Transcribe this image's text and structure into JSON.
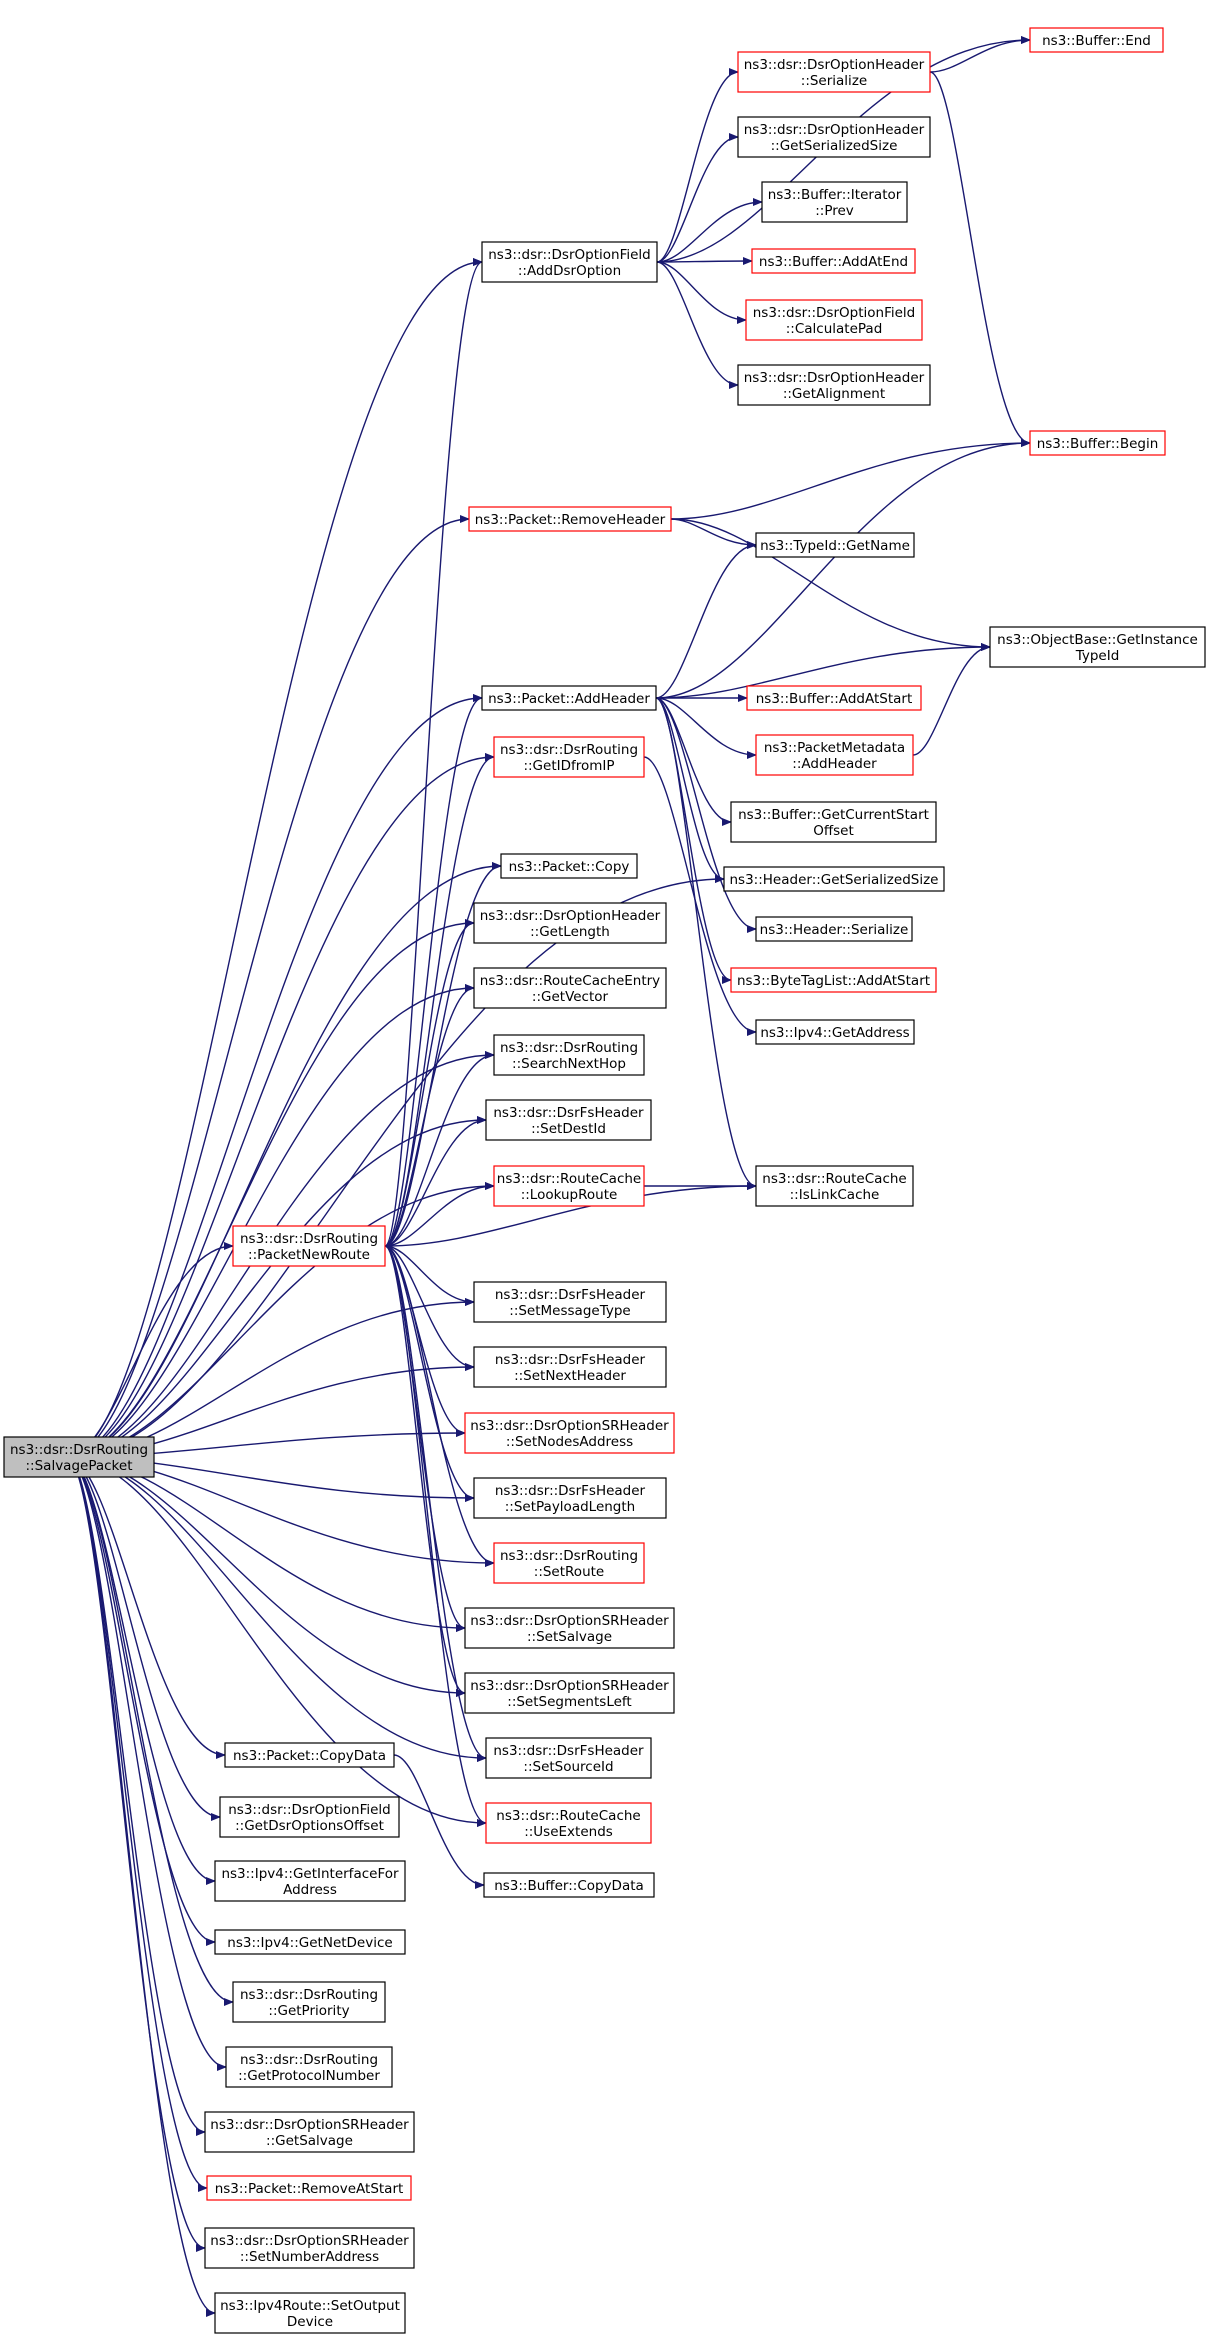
{
  "colors": {
    "edge": "#191970",
    "node_default": "#000000",
    "node_truncated": "#ff0000",
    "root_fill": "#bfbfbf"
  },
  "nodes": [
    {
      "id": "root",
      "lines": [
        "ns3::dsr::DsrRouting",
        "::SalvagePacket"
      ],
      "style": "root"
    },
    {
      "id": "addDsrOption",
      "lines": [
        "ns3::dsr::DsrOptionField",
        "::AddDsrOption"
      ],
      "style": "default"
    },
    {
      "id": "optSerialize",
      "lines": [
        "ns3::dsr::DsrOptionHeader",
        "::Serialize"
      ],
      "style": "truncated"
    },
    {
      "id": "bufEnd",
      "lines": [
        "ns3::Buffer::End"
      ],
      "style": "truncated"
    },
    {
      "id": "optGetSerSize",
      "lines": [
        "ns3::dsr::DsrOptionHeader",
        "::GetSerializedSize"
      ],
      "style": "default"
    },
    {
      "id": "bufIterPrev",
      "lines": [
        "ns3::Buffer::Iterator",
        "::Prev"
      ],
      "style": "default"
    },
    {
      "id": "bufAddAtEnd",
      "lines": [
        "ns3::Buffer::AddAtEnd"
      ],
      "style": "truncated"
    },
    {
      "id": "calcPad",
      "lines": [
        "ns3::dsr::DsrOptionField",
        "::CalculatePad"
      ],
      "style": "truncated"
    },
    {
      "id": "getAlign",
      "lines": [
        "ns3::dsr::DsrOptionHeader",
        "::GetAlignment"
      ],
      "style": "default"
    },
    {
      "id": "bufBegin",
      "lines": [
        "ns3::Buffer::Begin"
      ],
      "style": "truncated"
    },
    {
      "id": "removeHeader",
      "lines": [
        "ns3::Packet::RemoveHeader"
      ],
      "style": "truncated"
    },
    {
      "id": "typeIdGetName",
      "lines": [
        "ns3::TypeId::GetName"
      ],
      "style": "default"
    },
    {
      "id": "objBaseGetType",
      "lines": [
        "ns3::ObjectBase::GetInstance",
        "TypeId"
      ],
      "style": "default"
    },
    {
      "id": "addHeader",
      "lines": [
        "ns3::Packet::AddHeader"
      ],
      "style": "default"
    },
    {
      "id": "bufAddAtStart",
      "lines": [
        "ns3::Buffer::AddAtStart"
      ],
      "style": "truncated"
    },
    {
      "id": "getIdFromIp",
      "lines": [
        "ns3::dsr::DsrRouting",
        "::GetIDfromIP"
      ],
      "style": "truncated"
    },
    {
      "id": "pmAddHeader",
      "lines": [
        "ns3::PacketMetadata",
        "::AddHeader"
      ],
      "style": "truncated"
    },
    {
      "id": "bufGetCurStart",
      "lines": [
        "ns3::Buffer::GetCurrentStart",
        "Offset"
      ],
      "style": "default"
    },
    {
      "id": "pktCopy",
      "lines": [
        "ns3::Packet::Copy"
      ],
      "style": "default"
    },
    {
      "id": "hdrGetSerSize",
      "lines": [
        "ns3::Header::GetSerializedSize"
      ],
      "style": "default"
    },
    {
      "id": "optGetLength",
      "lines": [
        "ns3::dsr::DsrOptionHeader",
        "::GetLength"
      ],
      "style": "default"
    },
    {
      "id": "hdrSerialize",
      "lines": [
        "ns3::Header::Serialize"
      ],
      "style": "default"
    },
    {
      "id": "rceGetVector",
      "lines": [
        "ns3::dsr::RouteCacheEntry",
        "::GetVector"
      ],
      "style": "default"
    },
    {
      "id": "btlAddAtStart",
      "lines": [
        "ns3::ByteTagList::AddAtStart"
      ],
      "style": "truncated"
    },
    {
      "id": "searchNextHop",
      "lines": [
        "ns3::dsr::DsrRouting",
        "::SearchNextHop"
      ],
      "style": "default"
    },
    {
      "id": "ipv4GetAddr",
      "lines": [
        "ns3::Ipv4::GetAddress"
      ],
      "style": "default"
    },
    {
      "id": "fsSetDestId",
      "lines": [
        "ns3::dsr::DsrFsHeader",
        "::SetDestId"
      ],
      "style": "default"
    },
    {
      "id": "lookupRoute",
      "lines": [
        "ns3::dsr::RouteCache",
        "::LookupRoute"
      ],
      "style": "truncated"
    },
    {
      "id": "isLinkCache",
      "lines": [
        "ns3::dsr::RouteCache",
        "::IsLinkCache"
      ],
      "style": "default"
    },
    {
      "id": "packetNewRoute",
      "lines": [
        "ns3::dsr::DsrRouting",
        "::PacketNewRoute"
      ],
      "style": "truncated"
    },
    {
      "id": "fsSetMsgType",
      "lines": [
        "ns3::dsr::DsrFsHeader",
        "::SetMessageType"
      ],
      "style": "default"
    },
    {
      "id": "fsSetNextHeader",
      "lines": [
        "ns3::dsr::DsrFsHeader",
        "::SetNextHeader"
      ],
      "style": "default"
    },
    {
      "id": "srSetNodesAddr",
      "lines": [
        "ns3::dsr::DsrOptionSRHeader",
        "::SetNodesAddress"
      ],
      "style": "truncated"
    },
    {
      "id": "fsSetPayloadLen",
      "lines": [
        "ns3::dsr::DsrFsHeader",
        "::SetPayloadLength"
      ],
      "style": "default"
    },
    {
      "id": "setRoute",
      "lines": [
        "ns3::dsr::DsrRouting",
        "::SetRoute"
      ],
      "style": "truncated"
    },
    {
      "id": "srSetSalvage",
      "lines": [
        "ns3::dsr::DsrOptionSRHeader",
        "::SetSalvage"
      ],
      "style": "default"
    },
    {
      "id": "srSetSegLeft",
      "lines": [
        "ns3::dsr::DsrOptionSRHeader",
        "::SetSegmentsLeft"
      ],
      "style": "default"
    },
    {
      "id": "fsSetSourceId",
      "lines": [
        "ns3::dsr::DsrFsHeader",
        "::SetSourceId"
      ],
      "style": "default"
    },
    {
      "id": "pktCopyData",
      "lines": [
        "ns3::Packet::CopyData"
      ],
      "style": "default"
    },
    {
      "id": "useExtends",
      "lines": [
        "ns3::dsr::RouteCache",
        "::UseExtends"
      ],
      "style": "truncated"
    },
    {
      "id": "getDsrOptOffset",
      "lines": [
        "ns3::dsr::DsrOptionField",
        "::GetDsrOptionsOffset"
      ],
      "style": "default"
    },
    {
      "id": "bufCopyData",
      "lines": [
        "ns3::Buffer::CopyData"
      ],
      "style": "default"
    },
    {
      "id": "ipv4GetIfForAddr",
      "lines": [
        "ns3::Ipv4::GetInterfaceFor",
        "Address"
      ],
      "style": "default"
    },
    {
      "id": "ipv4GetNetDev",
      "lines": [
        "ns3::Ipv4::GetNetDevice"
      ],
      "style": "default"
    },
    {
      "id": "getPriority",
      "lines": [
        "ns3::dsr::DsrRouting",
        "::GetPriority"
      ],
      "style": "default"
    },
    {
      "id": "getProtoNum",
      "lines": [
        "ns3::dsr::DsrRouting",
        "::GetProtocolNumber"
      ],
      "style": "default"
    },
    {
      "id": "srGetSalvage",
      "lines": [
        "ns3::dsr::DsrOptionSRHeader",
        "::GetSalvage"
      ],
      "style": "default"
    },
    {
      "id": "removeAtStart",
      "lines": [
        "ns3::Packet::RemoveAtStart"
      ],
      "style": "truncated"
    },
    {
      "id": "srSetNumAddr",
      "lines": [
        "ns3::dsr::DsrOptionSRHeader",
        "::SetNumberAddress"
      ],
      "style": "default"
    },
    {
      "id": "setOutputDev",
      "lines": [
        "ns3::Ipv4Route::SetOutput",
        "Device"
      ],
      "style": "default"
    }
  ],
  "edges": [
    [
      "root",
      "addDsrOption"
    ],
    [
      "root",
      "removeHeader"
    ],
    [
      "root",
      "addHeader"
    ],
    [
      "root",
      "getIdFromIp"
    ],
    [
      "root",
      "hdrGetSerSize"
    ],
    [
      "root",
      "pktCopy"
    ],
    [
      "root",
      "optGetLength"
    ],
    [
      "root",
      "rceGetVector"
    ],
    [
      "root",
      "searchNextHop"
    ],
    [
      "root",
      "fsSetDestId"
    ],
    [
      "root",
      "lookupRoute"
    ],
    [
      "root",
      "packetNewRoute"
    ],
    [
      "root",
      "fsSetMsgType"
    ],
    [
      "root",
      "fsSetNextHeader"
    ],
    [
      "root",
      "srSetNodesAddr"
    ],
    [
      "root",
      "fsSetPayloadLen"
    ],
    [
      "root",
      "setRoute"
    ],
    [
      "root",
      "srSetSalvage"
    ],
    [
      "root",
      "srSetSegLeft"
    ],
    [
      "root",
      "fsSetSourceId"
    ],
    [
      "root",
      "useExtends"
    ],
    [
      "root",
      "pktCopyData"
    ],
    [
      "root",
      "getDsrOptOffset"
    ],
    [
      "root",
      "ipv4GetIfForAddr"
    ],
    [
      "root",
      "ipv4GetNetDev"
    ],
    [
      "root",
      "getPriority"
    ],
    [
      "root",
      "getProtoNum"
    ],
    [
      "root",
      "srGetSalvage"
    ],
    [
      "root",
      "removeAtStart"
    ],
    [
      "root",
      "srSetNumAddr"
    ],
    [
      "root",
      "setOutputDev"
    ],
    [
      "addDsrOption",
      "bufEnd"
    ],
    [
      "addDsrOption",
      "optSerialize"
    ],
    [
      "addDsrOption",
      "optGetSerSize"
    ],
    [
      "addDsrOption",
      "bufIterPrev"
    ],
    [
      "addDsrOption",
      "bufAddAtEnd"
    ],
    [
      "addDsrOption",
      "calcPad"
    ],
    [
      "addDsrOption",
      "getAlign"
    ],
    [
      "optSerialize",
      "bufEnd"
    ],
    [
      "optSerialize",
      "bufBegin"
    ],
    [
      "removeHeader",
      "bufBegin"
    ],
    [
      "removeHeader",
      "typeIdGetName"
    ],
    [
      "removeHeader",
      "objBaseGetType"
    ],
    [
      "addHeader",
      "bufBegin"
    ],
    [
      "addHeader",
      "typeIdGetName"
    ],
    [
      "addHeader",
      "objBaseGetType"
    ],
    [
      "addHeader",
      "bufAddAtStart"
    ],
    [
      "addHeader",
      "pmAddHeader"
    ],
    [
      "addHeader",
      "bufGetCurStart"
    ],
    [
      "addHeader",
      "hdrGetSerSize"
    ],
    [
      "addHeader",
      "hdrSerialize"
    ],
    [
      "addHeader",
      "btlAddAtStart"
    ],
    [
      "addHeader",
      "isLinkCache"
    ],
    [
      "pmAddHeader",
      "objBaseGetType"
    ],
    [
      "getIdFromIp",
      "ipv4GetAddr"
    ],
    [
      "lookupRoute",
      "isLinkCache"
    ],
    [
      "packetNewRoute",
      "addDsrOption"
    ],
    [
      "packetNewRoute",
      "addHeader"
    ],
    [
      "packetNewRoute",
      "getIdFromIp"
    ],
    [
      "packetNewRoute",
      "pktCopy"
    ],
    [
      "packetNewRoute",
      "optGetLength"
    ],
    [
      "packetNewRoute",
      "rceGetVector"
    ],
    [
      "packetNewRoute",
      "searchNextHop"
    ],
    [
      "packetNewRoute",
      "fsSetDestId"
    ],
    [
      "packetNewRoute",
      "lookupRoute"
    ],
    [
      "packetNewRoute",
      "isLinkCache"
    ],
    [
      "packetNewRoute",
      "fsSetMsgType"
    ],
    [
      "packetNewRoute",
      "fsSetNextHeader"
    ],
    [
      "packetNewRoute",
      "srSetNodesAddr"
    ],
    [
      "packetNewRoute",
      "fsSetPayloadLen"
    ],
    [
      "packetNewRoute",
      "setRoute"
    ],
    [
      "packetNewRoute",
      "srSetSalvage"
    ],
    [
      "packetNewRoute",
      "srSetSegLeft"
    ],
    [
      "packetNewRoute",
      "fsSetSourceId"
    ],
    [
      "packetNewRoute",
      "useExtends"
    ],
    [
      "pktCopyData",
      "bufCopyData"
    ]
  ]
}
